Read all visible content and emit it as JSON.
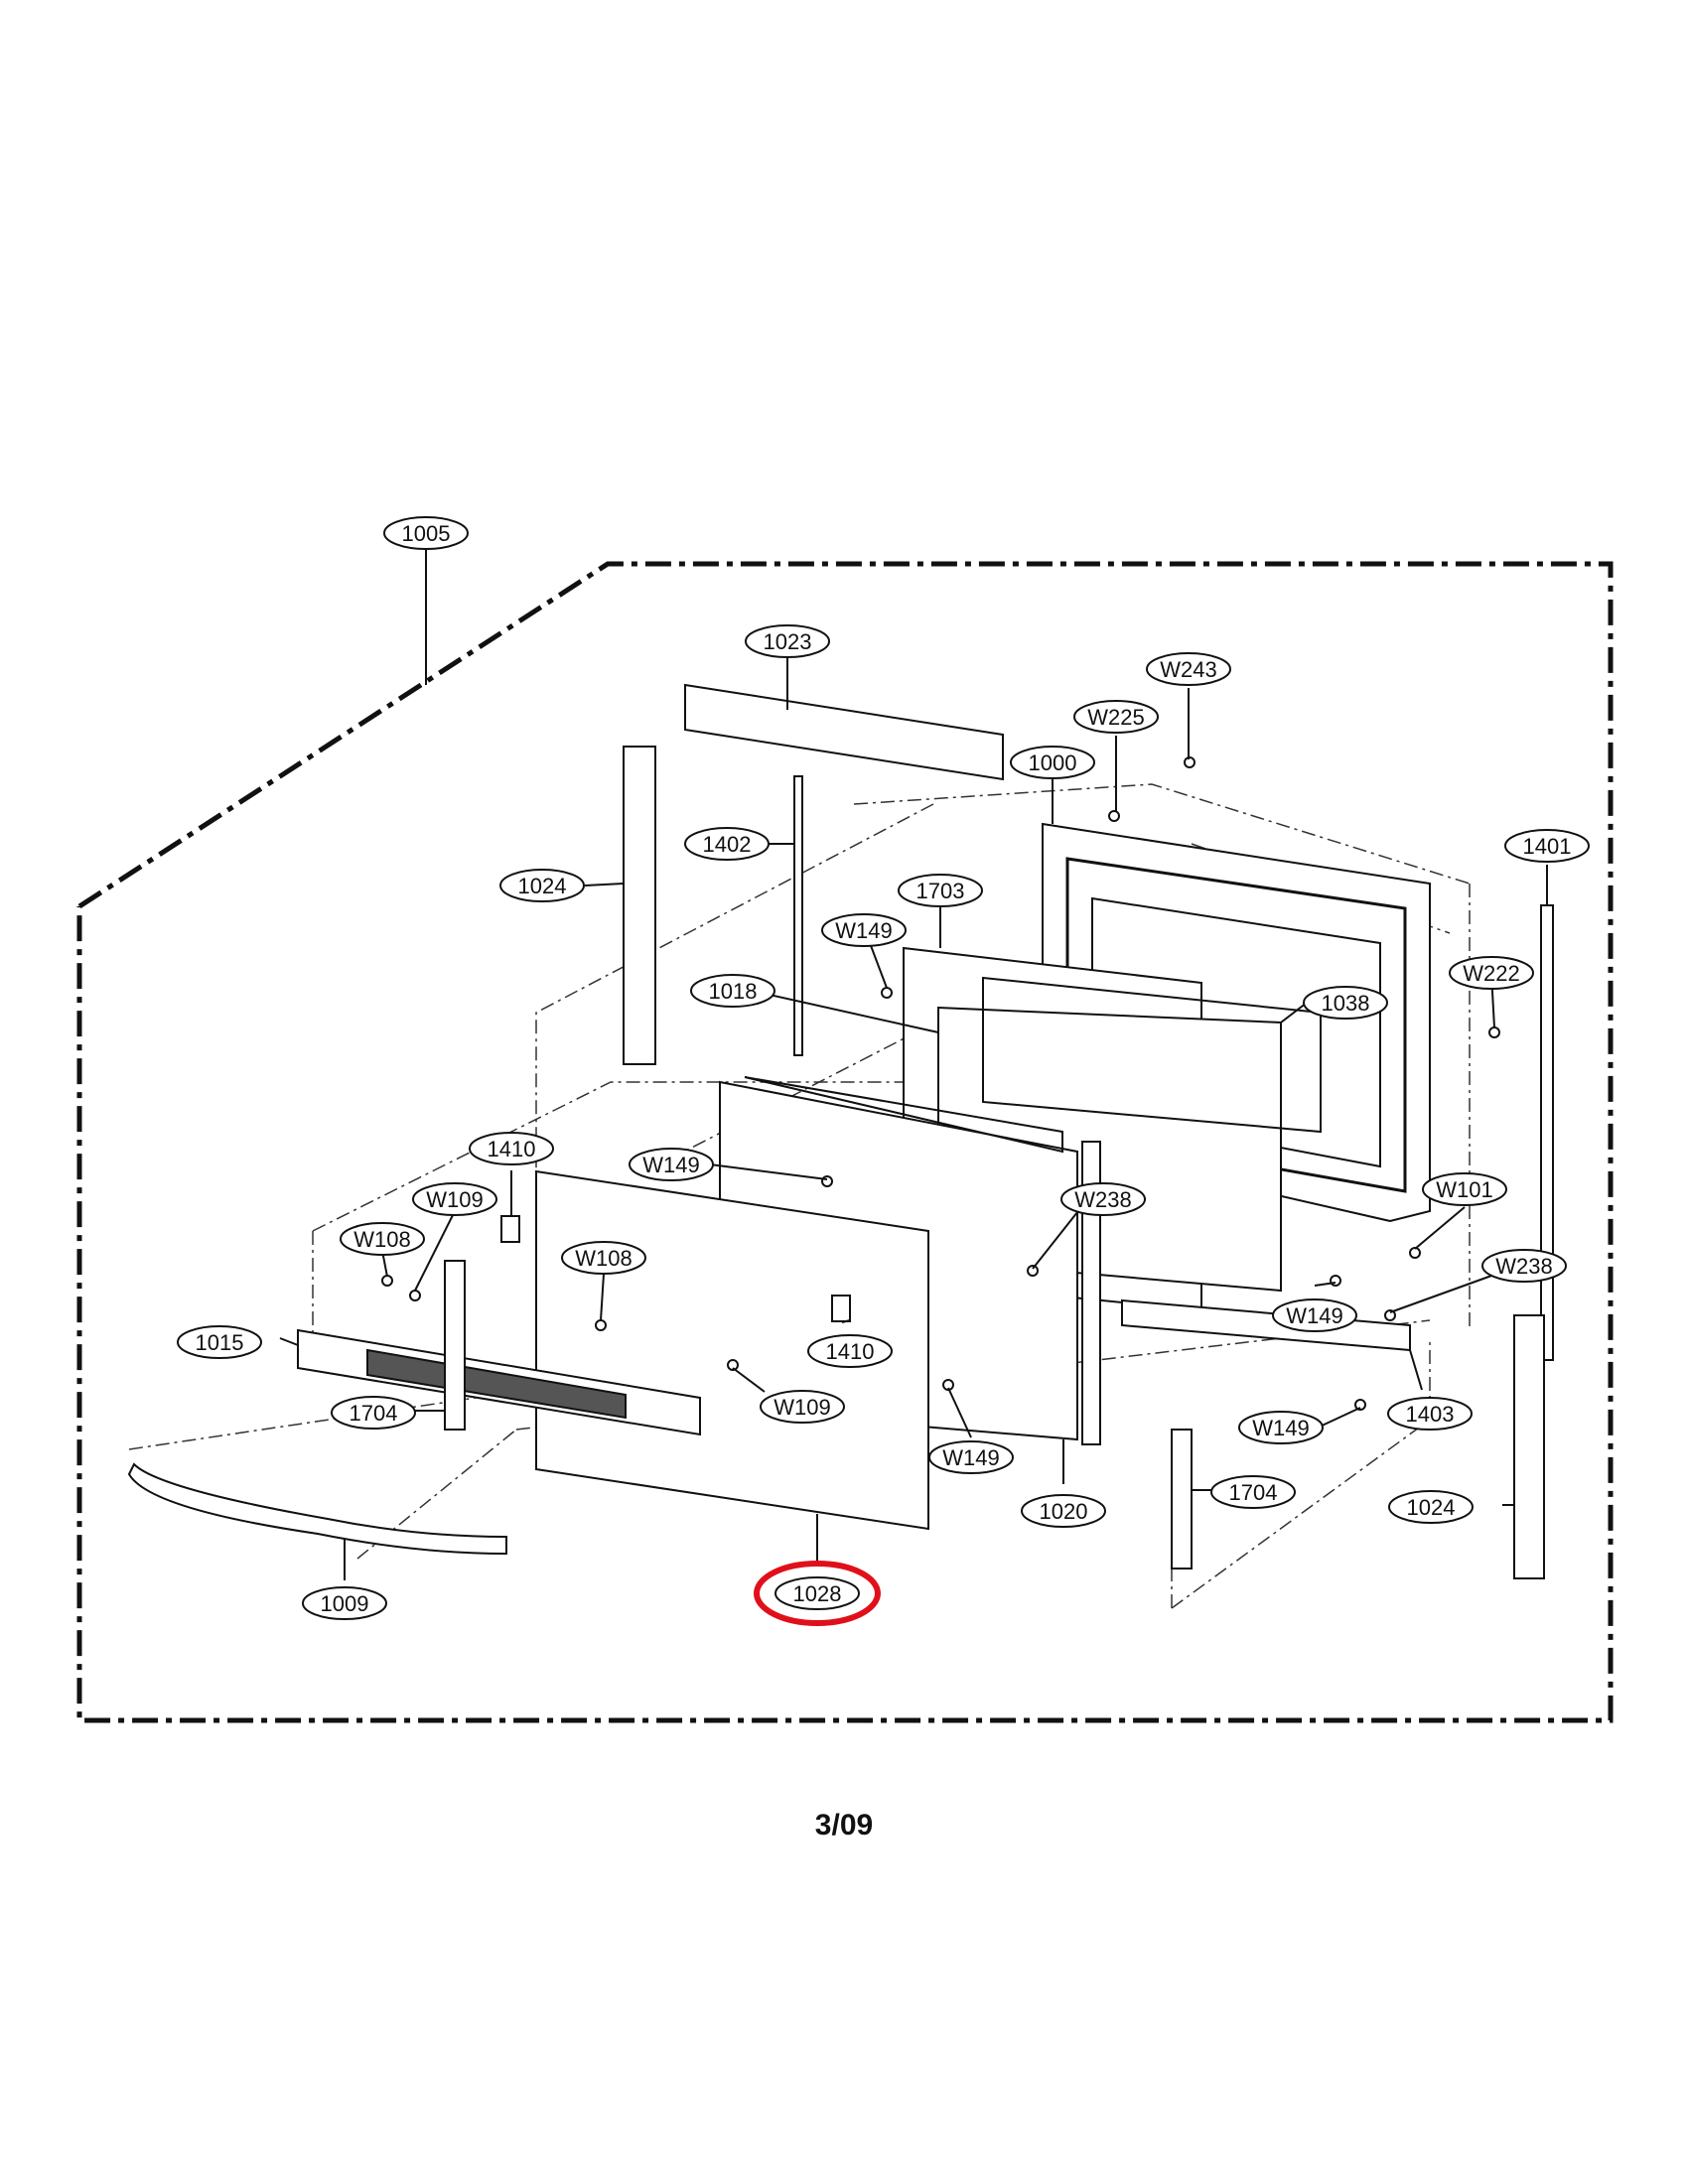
{
  "diagram": {
    "assembly_label": "1005",
    "highlighted_part": "1028",
    "highlight_color": "#e0101a",
    "line_color": "#111111",
    "callouts": [
      {
        "id": "c-1005",
        "label": "1005"
      },
      {
        "id": "c-1023",
        "label": "1023"
      },
      {
        "id": "c-W243",
        "label": "W243"
      },
      {
        "id": "c-W225",
        "label": "W225"
      },
      {
        "id": "c-1000",
        "label": "1000"
      },
      {
        "id": "c-1401",
        "label": "1401"
      },
      {
        "id": "c-1402",
        "label": "1402"
      },
      {
        "id": "c-1024a",
        "label": "1024"
      },
      {
        "id": "c-1703",
        "label": "1703"
      },
      {
        "id": "c-W149a",
        "label": "W149"
      },
      {
        "id": "c-W222",
        "label": "W222"
      },
      {
        "id": "c-1018",
        "label": "1018"
      },
      {
        "id": "c-1038",
        "label": "1038"
      },
      {
        "id": "c-1410a",
        "label": "1410"
      },
      {
        "id": "c-W149b",
        "label": "W149"
      },
      {
        "id": "c-W109a",
        "label": "W109"
      },
      {
        "id": "c-W238a",
        "label": "W238"
      },
      {
        "id": "c-W101",
        "label": "W101"
      },
      {
        "id": "c-W108a",
        "label": "W108"
      },
      {
        "id": "c-W108b",
        "label": "W108"
      },
      {
        "id": "c-W238b",
        "label": "W238"
      },
      {
        "id": "c-W149c",
        "label": "W149"
      },
      {
        "id": "c-1015",
        "label": "1015"
      },
      {
        "id": "c-1410b",
        "label": "1410"
      },
      {
        "id": "c-W109b",
        "label": "W109"
      },
      {
        "id": "c-1704a",
        "label": "1704"
      },
      {
        "id": "c-W149d",
        "label": "W149"
      },
      {
        "id": "c-1403",
        "label": "1403"
      },
      {
        "id": "c-W149e",
        "label": "W149"
      },
      {
        "id": "c-1704b",
        "label": "1704"
      },
      {
        "id": "c-1020",
        "label": "1020"
      },
      {
        "id": "c-1024b",
        "label": "1024"
      },
      {
        "id": "c-1009",
        "label": "1009"
      },
      {
        "id": "c-1028",
        "label": "1028"
      }
    ]
  },
  "page_number": "3/09"
}
